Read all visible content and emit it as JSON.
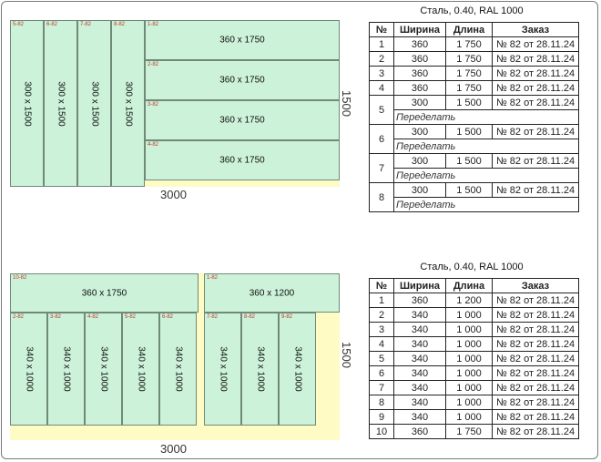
{
  "sheet1": {
    "width_label": "3000",
    "height_label": "1500",
    "parts": [
      {
        "tag": "5-82",
        "size": "300 x 1500",
        "orient": "v"
      },
      {
        "tag": "6-82",
        "size": "300 x 1500",
        "orient": "v"
      },
      {
        "tag": "7-82",
        "size": "300 x 1500",
        "orient": "v"
      },
      {
        "tag": "8-82",
        "size": "300 x 1500",
        "orient": "v"
      },
      {
        "tag": "1-82",
        "size": "360 x 1750",
        "orient": "h"
      },
      {
        "tag": "2-82",
        "size": "360 x 1750",
        "orient": "h"
      },
      {
        "tag": "3-82",
        "size": "360 x 1750",
        "orient": "h"
      },
      {
        "tag": "4-82",
        "size": "360 x 1750",
        "orient": "h"
      }
    ]
  },
  "sheet2": {
    "width_label": "3000",
    "height_label": "1500",
    "parts": [
      {
        "tag": "10-82",
        "size": "360 x 1750",
        "orient": "h"
      },
      {
        "tag": "1-82",
        "size": "360 x 1200",
        "orient": "h"
      },
      {
        "tag": "2-82",
        "size": "340 x 1000",
        "orient": "v"
      },
      {
        "tag": "3-82",
        "size": "340 x 1000",
        "orient": "v"
      },
      {
        "tag": "4-82",
        "size": "340 x 1000",
        "orient": "v"
      },
      {
        "tag": "5-82",
        "size": "340 x 1000",
        "orient": "v"
      },
      {
        "tag": "6-82",
        "size": "340 x 1000",
        "orient": "v"
      },
      {
        "tag": "7-82",
        "size": "340 x 1000",
        "orient": "v"
      },
      {
        "tag": "8-82",
        "size": "340 x 1000",
        "orient": "v"
      },
      {
        "tag": "9-82",
        "size": "340 x 1000",
        "orient": "v"
      }
    ]
  },
  "table1": {
    "title": "Сталь, 0.40, RAL 1000",
    "headers": [
      "№",
      "Ширина",
      "Длина",
      "Заказ"
    ],
    "rows": [
      {
        "n": "1",
        "w": "360",
        "l": "1 750",
        "o": "№ 82 от 28.11.24",
        "note": ""
      },
      {
        "n": "2",
        "w": "360",
        "l": "1 750",
        "o": "№ 82 от 28.11.24",
        "note": ""
      },
      {
        "n": "3",
        "w": "360",
        "l": "1 750",
        "o": "№ 82 от 28.11.24",
        "note": ""
      },
      {
        "n": "4",
        "w": "360",
        "l": "1 750",
        "o": "№ 82 от 28.11.24",
        "note": ""
      },
      {
        "n": "5",
        "w": "300",
        "l": "1 500",
        "o": "№ 82 от 28.11.24",
        "note": "Переделать"
      },
      {
        "n": "6",
        "w": "300",
        "l": "1 500",
        "o": "№ 82 от 28.11.24",
        "note": "Переделать"
      },
      {
        "n": "7",
        "w": "300",
        "l": "1 500",
        "o": "№ 82 от 28.11.24",
        "note": "Переделать"
      },
      {
        "n": "8",
        "w": "300",
        "l": "1 500",
        "o": "№ 82 от 28.11.24",
        "note": "Переделать"
      }
    ]
  },
  "table2": {
    "title": "Сталь, 0.40, RAL 1000",
    "headers": [
      "№",
      "Ширина",
      "Длина",
      "Заказ"
    ],
    "rows": [
      {
        "n": "1",
        "w": "360",
        "l": "1 200",
        "o": "№ 82 от 28.11.24",
        "note": ""
      },
      {
        "n": "2",
        "w": "340",
        "l": "1 000",
        "o": "№ 82 от 28.11.24",
        "note": ""
      },
      {
        "n": "3",
        "w": "340",
        "l": "1 000",
        "o": "№ 82 от 28.11.24",
        "note": ""
      },
      {
        "n": "4",
        "w": "340",
        "l": "1 000",
        "o": "№ 82 от 28.11.24",
        "note": ""
      },
      {
        "n": "5",
        "w": "340",
        "l": "1 000",
        "o": "№ 82 от 28.11.24",
        "note": ""
      },
      {
        "n": "6",
        "w": "340",
        "l": "1 000",
        "o": "№ 82 от 28.11.24",
        "note": ""
      },
      {
        "n": "7",
        "w": "340",
        "l": "1 000",
        "o": "№ 82 от 28.11.24",
        "note": ""
      },
      {
        "n": "8",
        "w": "340",
        "l": "1 000",
        "o": "№ 82 от 28.11.24",
        "note": ""
      },
      {
        "n": "9",
        "w": "340",
        "l": "1 000",
        "o": "№ 82 от 28.11.24",
        "note": ""
      },
      {
        "n": "10",
        "w": "360",
        "l": "1 750",
        "o": "№ 82 от 28.11.24",
        "note": ""
      }
    ]
  }
}
